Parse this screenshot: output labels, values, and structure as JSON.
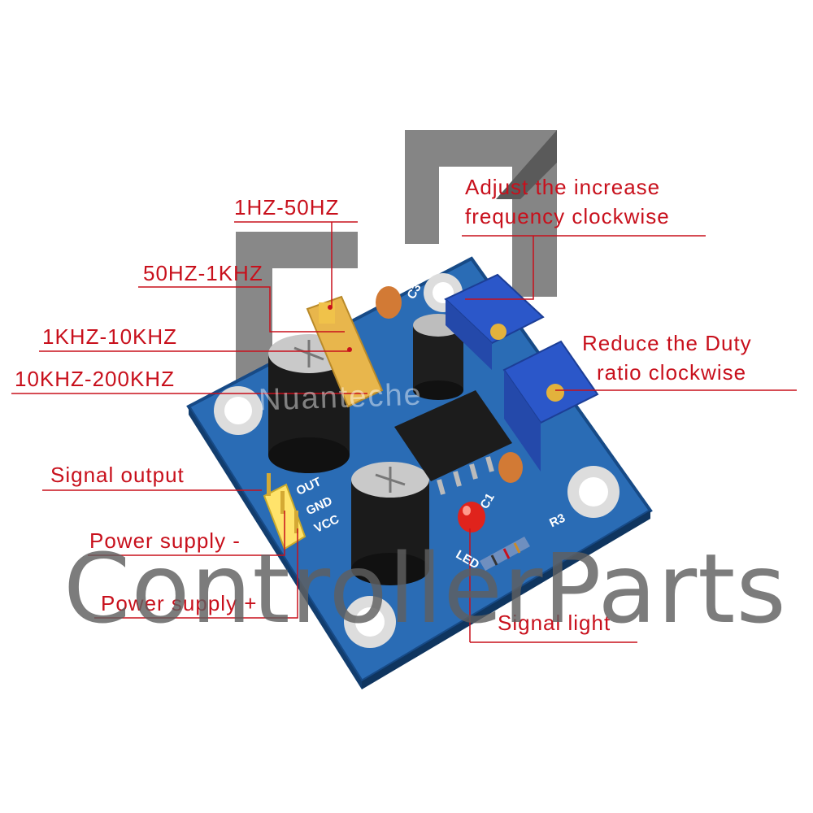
{
  "labels": {
    "range_1": "1HZ-50HZ",
    "range_2": "50HZ-1KHZ",
    "range_3": "1KHZ-10KHZ",
    "range_4": "10KHZ-200KHZ",
    "signal_output": "Signal output",
    "power_minus": "Power supply -",
    "power_plus": "Power supply +",
    "signal_light": "Signal light",
    "freq_line1": "Adjust the increase",
    "freq_line2": "frequency clockwise",
    "duty_line1": "Reduce the Duty",
    "duty_line2": "ratio clockwise"
  },
  "silkscreen": {
    "out": "OUT",
    "gnd": "GND",
    "vcc": "VCC",
    "led": "LED",
    "r3": "R3",
    "c1": "C1",
    "c3": "C3"
  },
  "watermark": "Nuanteche",
  "brand": "ControllerParts",
  "colors": {
    "label_red": "#c8101c",
    "pcb_blue": "#1f5fa8",
    "brand_gray": "#5f5f5f"
  }
}
